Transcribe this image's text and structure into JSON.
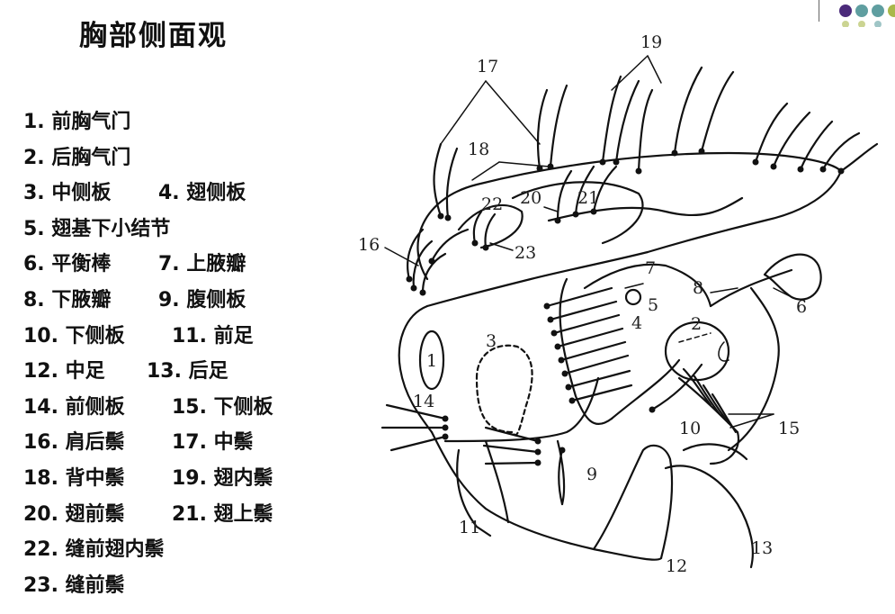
{
  "title": "胸部侧面观",
  "legend": [
    {
      "a": "1. 前胸气门"
    },
    {
      "a": "2. 后胸气门"
    },
    {
      "a": "3. 中侧板",
      "b": "4. 翅侧板"
    },
    {
      "a": "5. 翅基下小结节"
    },
    {
      "a": "6. 平衡棒",
      "b": "7. 上腋瓣"
    },
    {
      "a": "8. 下腋瓣",
      "b": "9. 腹侧板"
    },
    {
      "a": "10. 下侧板",
      "b": "11. 前足"
    },
    {
      "a": "12. 中足",
      "b": "13. 后足"
    },
    {
      "a": "14. 前侧板",
      "b": "15. 下侧板"
    },
    {
      "a": "16. 肩后鬃",
      "b": "17. 中鬃"
    },
    {
      "a": "18. 背中鬃",
      "b": "19. 翅内鬃"
    },
    {
      "a": "20. 翅前鬃",
      "b": "21. 翅上鬃"
    },
    {
      "a": "22. 缝前翅内鬃"
    },
    {
      "a": "23. 缝前鬃"
    }
  ],
  "diagram_labels": {
    "n1": "1",
    "n2": "2",
    "n3": "3",
    "n4": "4",
    "n5": "5",
    "n6": "6",
    "n7": "7",
    "n8": "8",
    "n9": "9",
    "n10": "10",
    "n11": "11",
    "n12": "12",
    "n13": "13",
    "n14": "14",
    "n15": "15",
    "n16": "16",
    "n17": "17",
    "n18": "18",
    "n19": "19",
    "n20": "20",
    "n21": "21",
    "n22": "22",
    "n23": "23"
  },
  "colors": {
    "dot_dark": "#4b2a7a",
    "dot_teal": "#5f9ea0",
    "dot_olive": "#a9b84a",
    "ink": "#111111"
  }
}
